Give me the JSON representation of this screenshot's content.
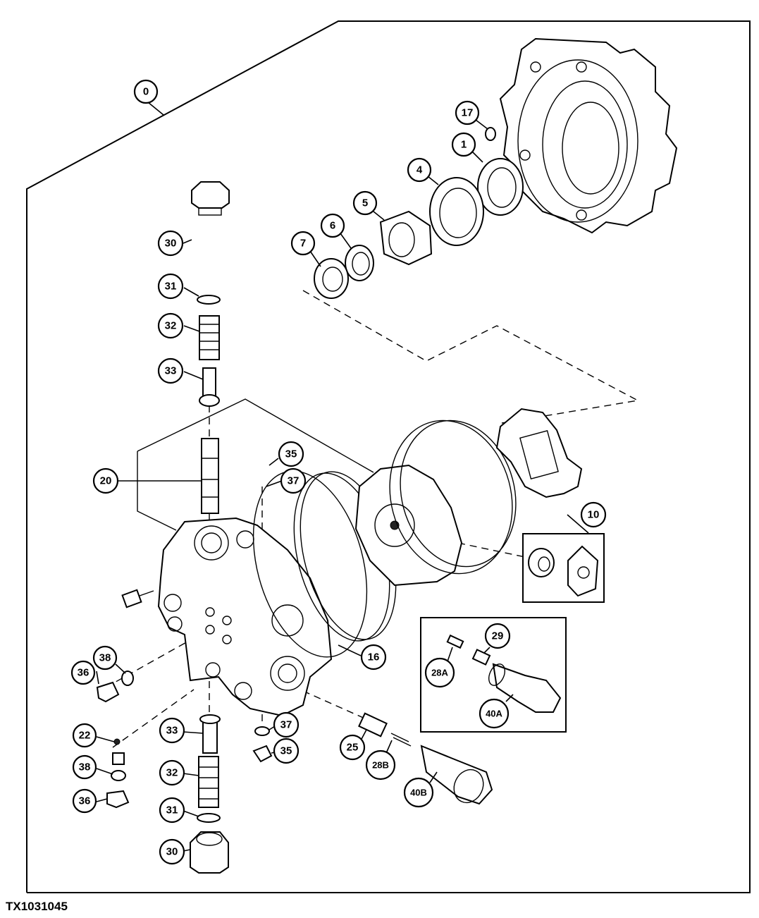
{
  "figure_id": "TX1031045",
  "callouts": {
    "c0": "0",
    "c17": "17",
    "c1": "1",
    "c4": "4",
    "c5": "5",
    "c6": "6",
    "c7": "7",
    "c30_top": "30",
    "c31_top": "31",
    "c32_top": "32",
    "c33_top": "33",
    "c20": "20",
    "c35_top": "35",
    "c37_top": "37",
    "c10": "10",
    "c29": "29",
    "c28A": "28A",
    "c40A": "40A",
    "c16": "16",
    "c38_left": "38",
    "c36_left": "36",
    "c22": "22",
    "c38_low": "38",
    "c36_low": "36",
    "c33_bot": "33",
    "c32_bot": "32",
    "c31_bot": "31",
    "c30_bot": "30",
    "c37_bot": "37",
    "c35_bot": "35",
    "c25": "25",
    "c28B": "28B",
    "c40B": "40B"
  }
}
